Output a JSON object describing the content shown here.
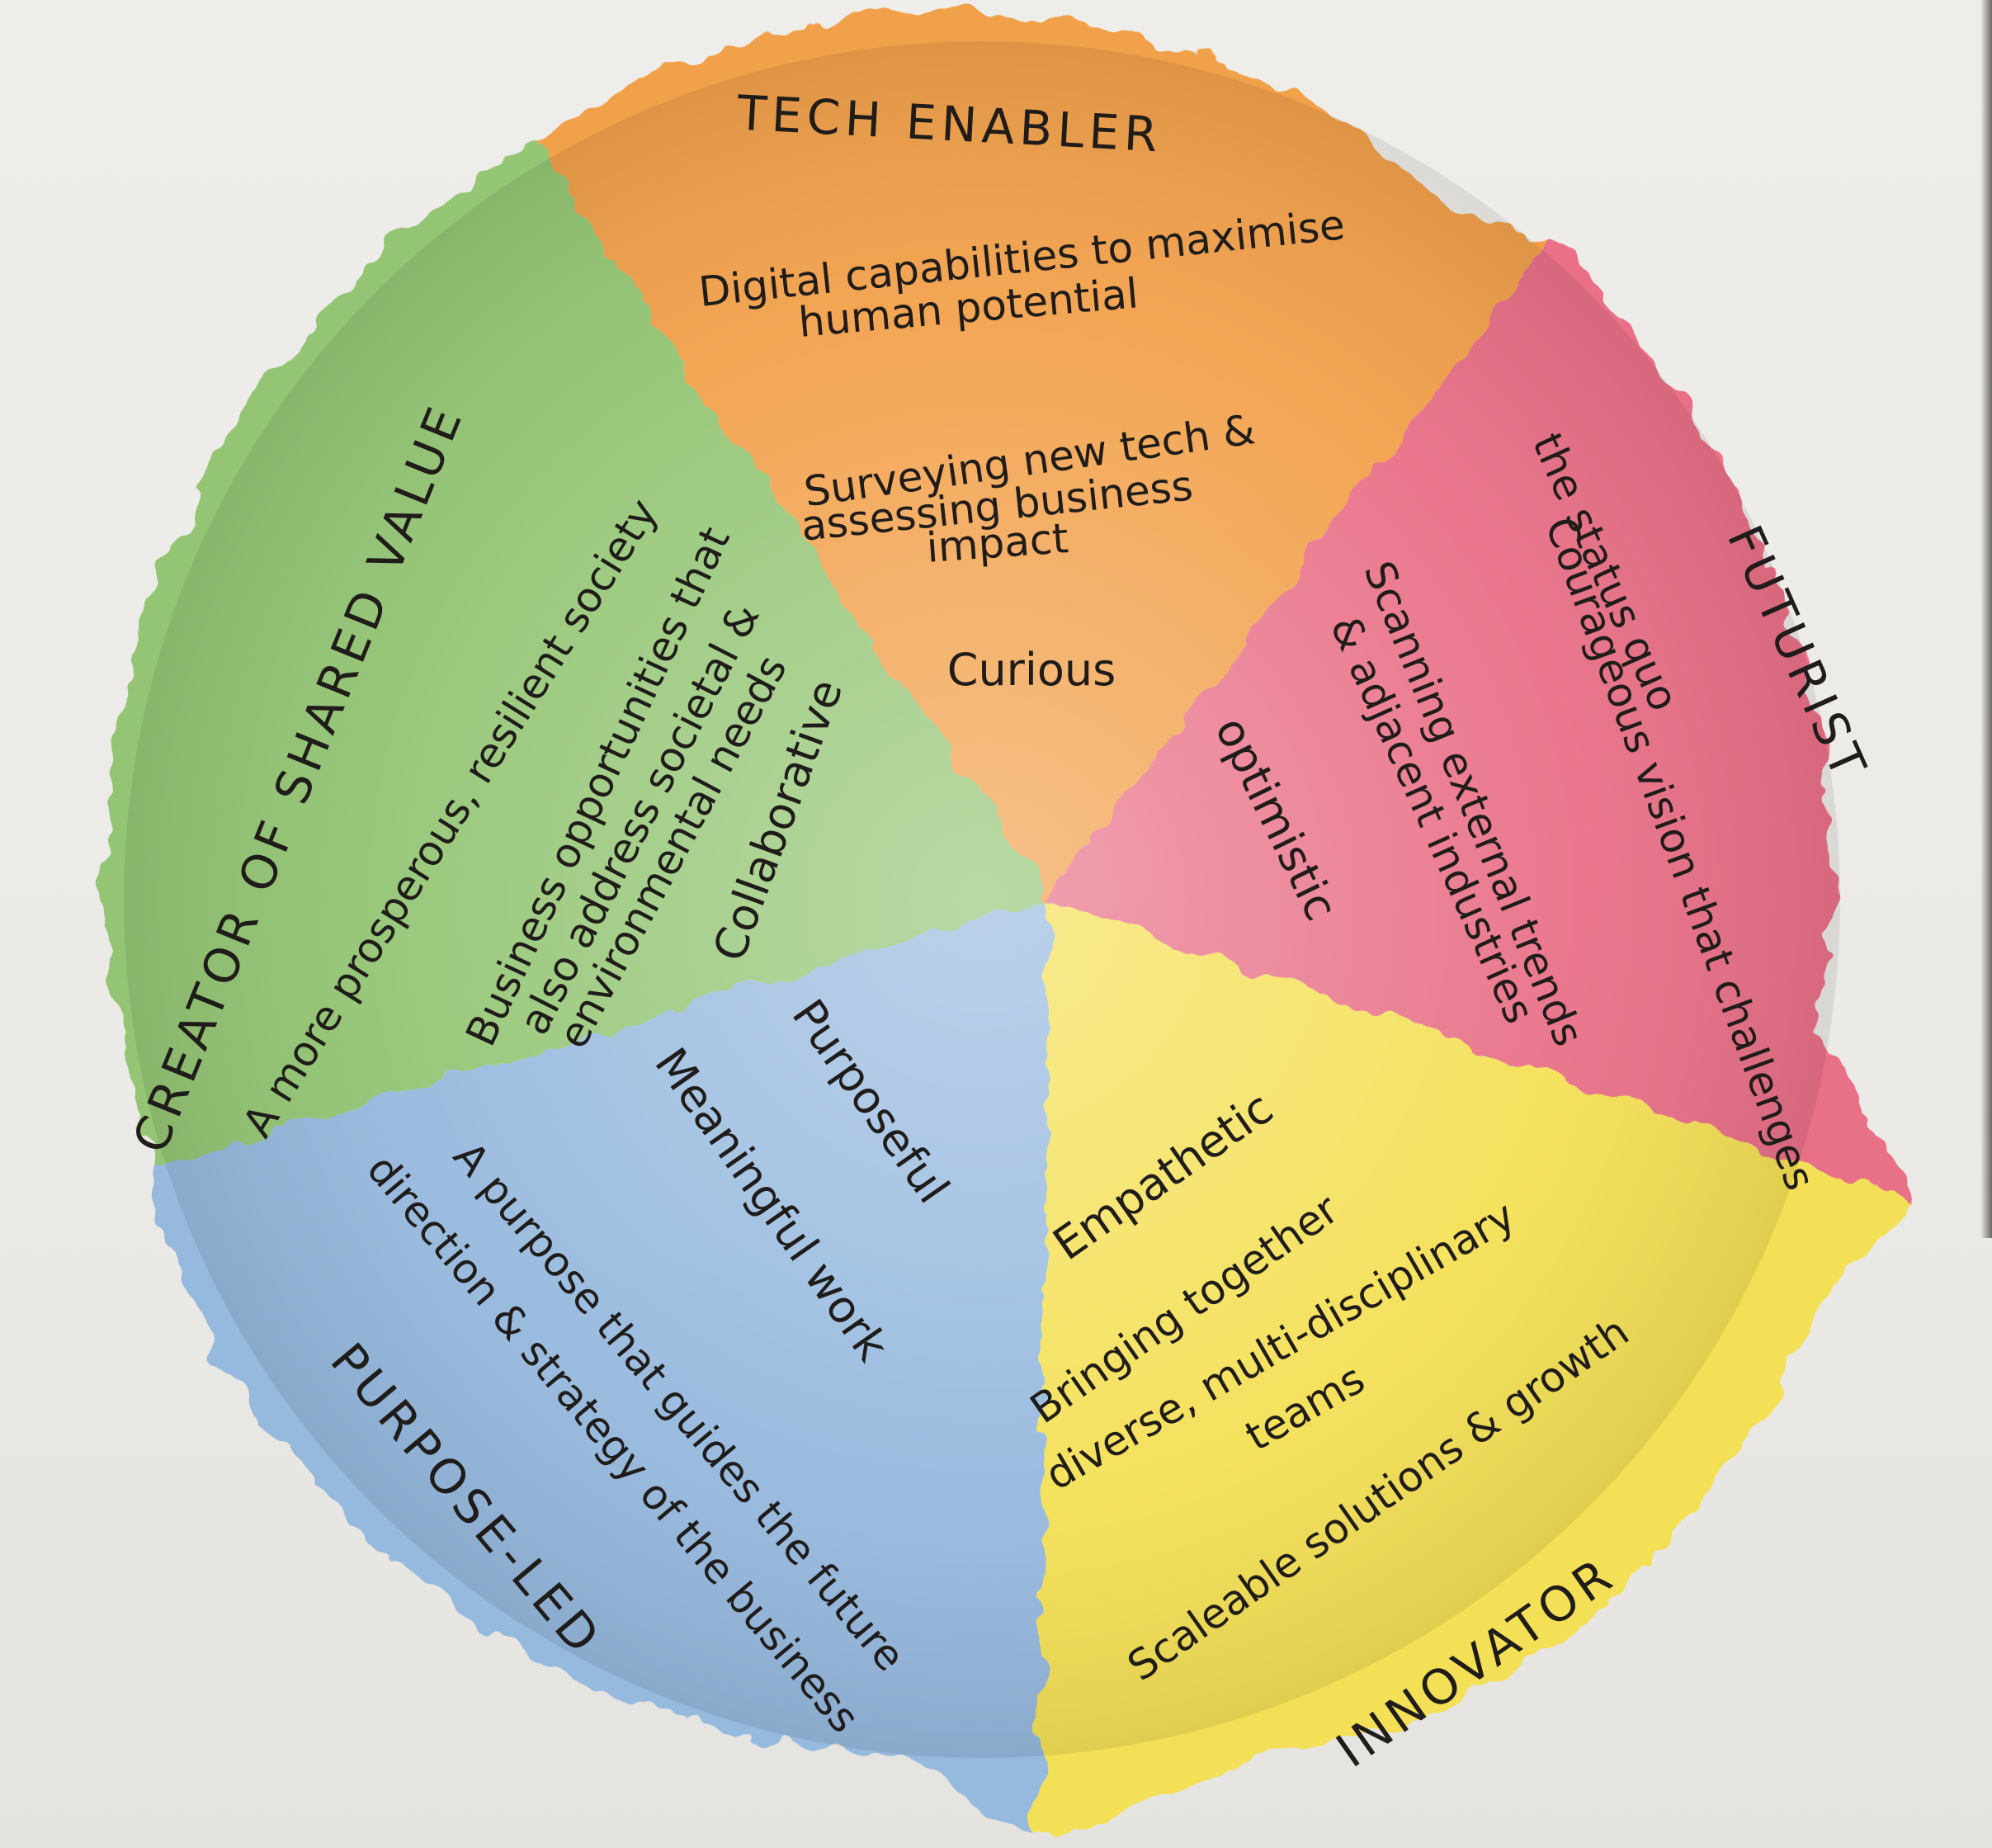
{
  "segments": [
    {
      "id": "tech-enabler",
      "color": "#f29a3c",
      "title": "TECH ENABLER",
      "description": [
        "Digital capabilities to maximise",
        "human potential"
      ],
      "activity": [
        "Surveying new tech &",
        "assessing business",
        "impact"
      ],
      "trait": "Curious"
    },
    {
      "id": "futurist",
      "color": "#e8667f",
      "title": "FUTURIST",
      "description": [
        "Courageous vision that challenges",
        "the status quo"
      ],
      "activity": [
        "Scanning external trends",
        "& adjacent industries"
      ],
      "trait": "optimistic"
    },
    {
      "id": "innovator",
      "color": "#f5e04a",
      "title": "INNOVATOR",
      "description": [
        "Scaleable solutions & growth"
      ],
      "activity": [
        "Bringing together",
        "diverse, multi-disciplinary",
        "teams"
      ],
      "trait": "Empathetic"
    },
    {
      "id": "purpose-led",
      "color": "#8fb5dd",
      "title": "PURPOSE-LED",
      "description": [
        "A purpose that guides the future",
        "direction & strategy of the business"
      ],
      "activity": [
        "Meaningful work"
      ],
      "trait": "Purposeful"
    },
    {
      "id": "creator-of-shared-value",
      "color": "#8cc26a",
      "title": "CREATOR OF SHARED VALUE",
      "description": [
        "A more prosperous, resilient society"
      ],
      "activity": [
        "Business opportunities that",
        "also address societal &",
        "environmental needs"
      ],
      "trait": "Collaborative"
    }
  ]
}
